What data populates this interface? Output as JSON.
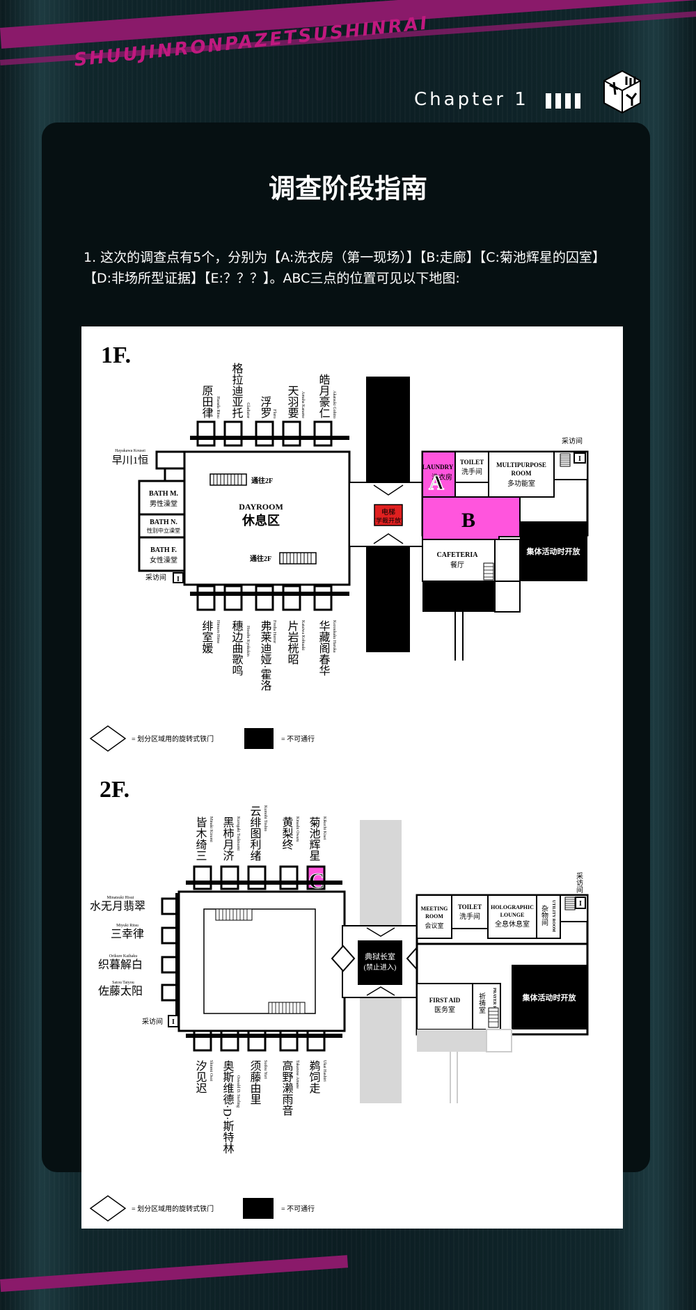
{
  "brand_text": "SHUUJINRONPAZETSUSHINRAI",
  "chapter_label": "Chapter 1",
  "page_title": "调查阶段指南",
  "intro_text": "1. 这次的调查点有5个，分别为【A:洗衣房（第一现场）】【B:走廊】【C:菊池辉星的囚室】【D:非场所型证据】【E:？？？】。ABC三点的位置可见以下地图:",
  "colors": {
    "accent": "#c0197f",
    "highlight": "#ff55dd",
    "elevator": "#e02020"
  },
  "floor1": {
    "label": "1F.",
    "rooms_top": [
      {
        "zh": "原田律",
        "en": "Harada Ritsu"
      },
      {
        "zh": "格拉迪亚托",
        "en": "Gladiator"
      },
      {
        "zh": "浮罗",
        "en": "Floro"
      },
      {
        "zh": "天羽要",
        "en": "Amaha Kaname"
      },
      {
        "zh": "皓月豪仁",
        "en": "Akatsuki Gohito"
      }
    ],
    "rooms_bottom": [
      {
        "zh": "绯室媛",
        "en": "Himuro Hime"
      },
      {
        "zh": "穗边曲歌鸣",
        "en": "Hosobe Kyokukin"
      },
      {
        "zh": "弗莱迪娅·霍洛",
        "en": "Fredia Horror"
      },
      {
        "zh": "片岩桄昭",
        "en": "Kataiwa Kobiaaki"
      },
      {
        "zh": "华藏阁春华",
        "en": "Kezoukaku Haruka"
      }
    ],
    "left_room": {
      "zh": "早川1恒",
      "en": "Hayakawa Kousei"
    },
    "baths": [
      "BATH M.",
      "男性澡堂",
      "BATH N.",
      "性别中立澡堂",
      "BATH F.",
      "女性澡堂"
    ],
    "dayroom_en": "DAYROOM",
    "dayroom_zh": "休息区",
    "stairs": [
      "通往2F",
      "通往2F"
    ],
    "elevator": [
      "电梯",
      "(学裁开放)"
    ],
    "laundry": [
      "LAUNDRY",
      "洗衣房"
    ],
    "toilet": [
      "TOILET",
      "洗手间"
    ],
    "multipurpose": [
      "MULTIPURPOSE",
      "ROOM",
      "多功能室"
    ],
    "cafeteria": [
      "CAFETERIA",
      "餐厅"
    ],
    "closed_label": "集体活动时开放",
    "storage": "采访间",
    "light_room": "采访间",
    "marker_a": "A",
    "marker_b": "B",
    "legend_gate": "= 划分区域用的旋转式铁门",
    "legend_block": "= 不可通行",
    "stair_mark": "I"
  },
  "floor2": {
    "label": "2F.",
    "rooms_top": [
      {
        "zh": "皆木绮三",
        "en": "Minaki Kizumi"
      },
      {
        "zh": "黑柿月济",
        "en": "Kurogaki Tsukisumi"
      },
      {
        "zh": "云绯图利绪",
        "en": "Kumohi Toshio"
      },
      {
        "zh": "黄梨终",
        "en": "Kinashi Owaru"
      },
      {
        "zh": "菊池辉星",
        "en": "Kikuchi Kisei"
      }
    ],
    "rooms_bottom": [
      {
        "zh": "汐见迟",
        "en": "Shiomi Osoi"
      },
      {
        "zh": "奥斯维德·D·斯特林",
        "en": "Oswald D. Sterling"
      },
      {
        "zh": "须藤由里",
        "en": "Sudou Yuri"
      },
      {
        "zh": "高野濑雨音",
        "en": "Takanose Amane"
      },
      {
        "zh": "鹈饲走",
        "en": "Ukai Hashiri"
      }
    ],
    "left_rooms": [
      {
        "zh": "水无月翡翠",
        "en": "Minatsuki Hisui"
      },
      {
        "zh": "三幸律",
        "en": "Miyuki Ritsu"
      },
      {
        "zh": "织暮解白",
        "en": "Orikure Kaihaku"
      },
      {
        "zh": "佐藤太阳",
        "en": "Satou Taiyou"
      }
    ],
    "center_room": [
      "典狱长室",
      "(禁止进入)"
    ],
    "meeting": [
      "MEETING",
      "ROOM",
      "会议室"
    ],
    "toilet": [
      "TOILET",
      "洗手间"
    ],
    "lounge": [
      "HOLOGRAPHIC",
      "LOUNGE",
      "全息休息室"
    ],
    "utility": [
      "UTILITY ROOM",
      "杂物间"
    ],
    "first_aid": [
      "FIRST AID",
      "医务室"
    ],
    "prayer": [
      "PRAYER ROOM",
      "祈祷室"
    ],
    "closed_label": "集体活动时开放",
    "storage": "采访间",
    "storage_right": "采访间",
    "marker_c": "C",
    "legend_gate": "= 划分区域用的旋转式铁门",
    "legend_block": "= 不可通行",
    "stair_mark": "I"
  }
}
